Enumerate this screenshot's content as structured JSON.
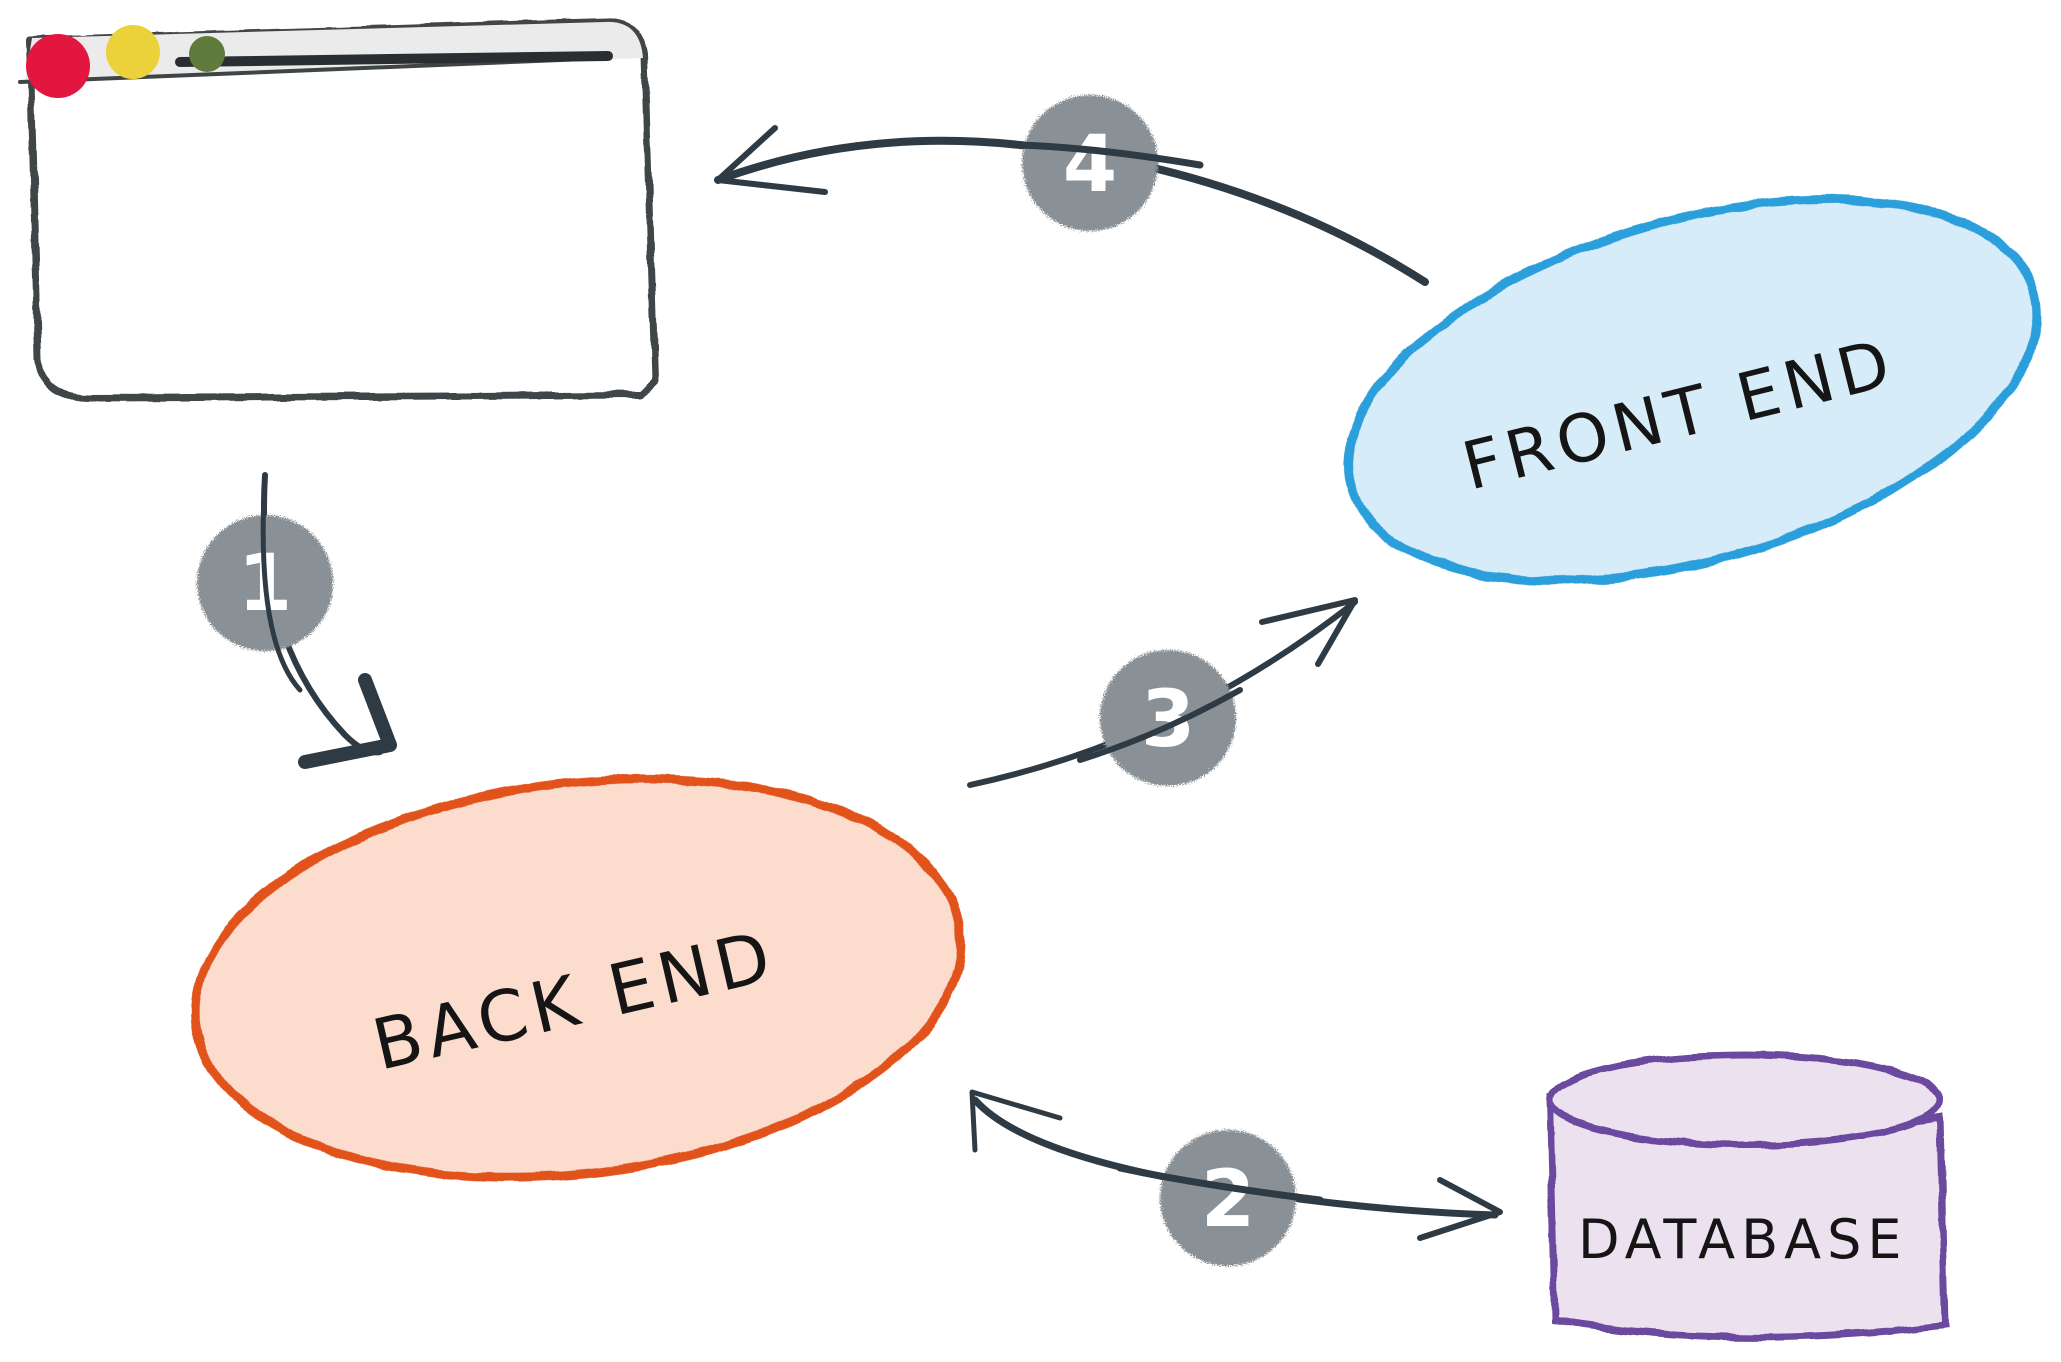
{
  "diagram": {
    "nodes": {
      "browser": {
        "dots": [
          "red-dot",
          "yellow-dot",
          "green-dot"
        ]
      },
      "front_end": {
        "label": "FRONT END"
      },
      "back_end": {
        "label": "BACK END"
      },
      "database": {
        "label": "DATABASE"
      }
    },
    "steps": [
      {
        "number": "1"
      },
      {
        "number": "2"
      },
      {
        "number": "3"
      },
      {
        "number": "4"
      }
    ]
  },
  "colors": {
    "browser_stroke": "#3f4447",
    "browser_titlebar": "#e8e8e8",
    "dot_red": "#e3163f",
    "dot_yellow": "#ecd23a",
    "dot_green": "#5f7a3a",
    "front_end_stroke": "#2a9fdb",
    "front_end_fill": "#d6ecf8",
    "back_end_stroke": "#e2531a",
    "back_end_fill": "#fbdccd",
    "database_stroke": "#6a4a9e",
    "database_fill": "#ece1ef",
    "arrow": "#2f3b44",
    "badge": "#8a9196"
  }
}
